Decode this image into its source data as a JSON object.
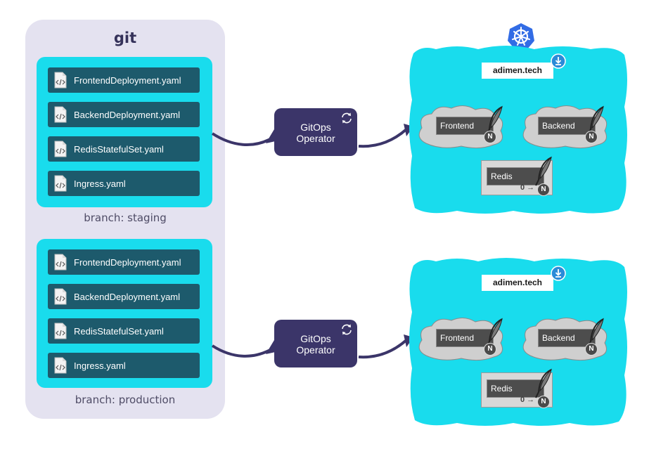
{
  "git": {
    "title": "git",
    "branches": [
      {
        "label": "branch: staging",
        "files": [
          "FrontendDeployment.yaml",
          "BackendDeployment.yaml",
          "RedisStatefulSet.yaml",
          "Ingress.yaml"
        ]
      },
      {
        "label": "branch: production",
        "files": [
          "FrontendDeployment.yaml",
          "BackendDeployment.yaml",
          "RedisStatefulSet.yaml",
          "Ingress.yaml"
        ]
      }
    ]
  },
  "operators": [
    {
      "line1": "GitOps",
      "line2": "Operator"
    },
    {
      "line1": "GitOps",
      "line2": "Operator"
    }
  ],
  "clusters": [
    {
      "domain": "adimen.tech",
      "services": [
        "Frontend",
        "Backend"
      ],
      "statefulset": "Redis",
      "badge": "N",
      "zero": "0"
    },
    {
      "domain": "adimen.tech",
      "services": [
        "Frontend",
        "Backend"
      ],
      "statefulset": "Redis",
      "badge": "N",
      "zero": "0"
    }
  ],
  "colors": {
    "panel": "#e4e2f0",
    "branch": "#19dced",
    "file": "#1d5a6c",
    "operator": "#3b3569",
    "cluster": "#19dced",
    "k8s": "#326ce5"
  }
}
